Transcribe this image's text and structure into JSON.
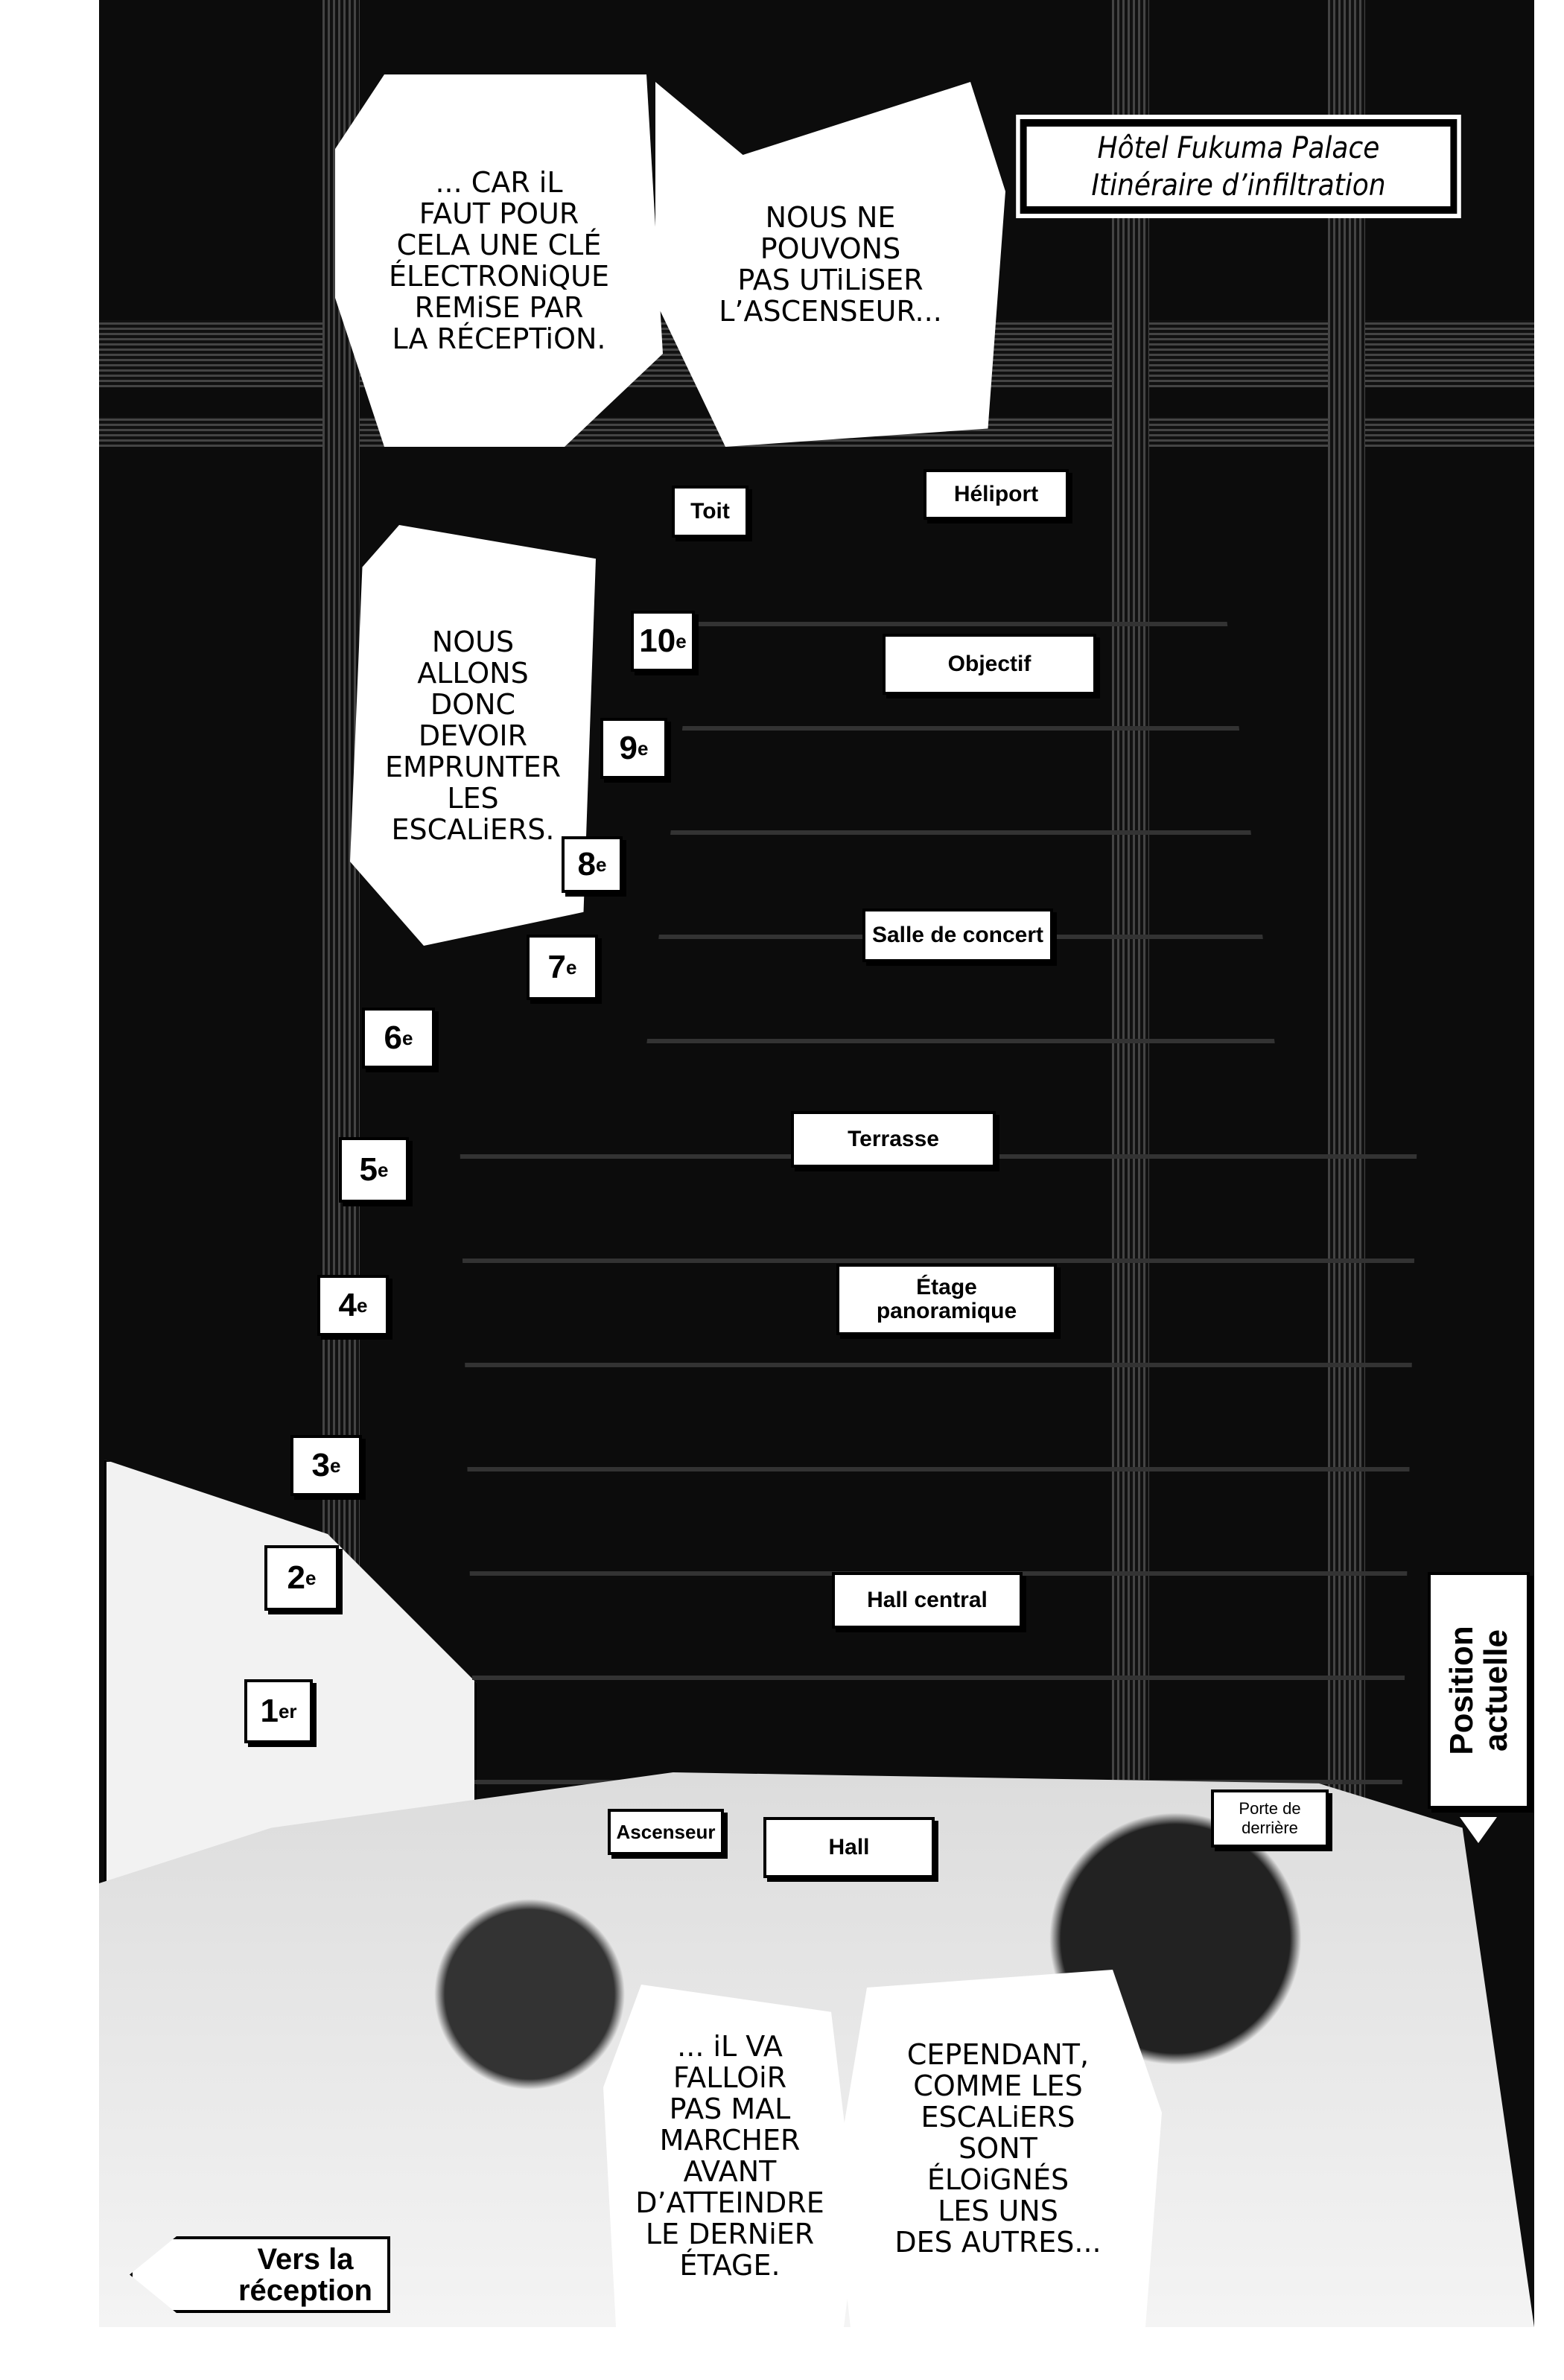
{
  "title": {
    "line1": "Hôtel Fukuma Palace",
    "line2": "Itinéraire d’infiltration"
  },
  "bubbles": [
    {
      "text": "... CAR iL\nFAUT POUR\nCELA UNE CLÉ\nÉLECTRONiQUE\nREMiSE PAR\nLA RÉCEPTiON."
    },
    {
      "text": "NOUS NE\nPOUVONS\nPAS UTiLiSER\nL’ASCENSEUR..."
    },
    {
      "text": "NOUS\nALLONS\nDONC\nDEVOIR\nEMPRUNTER\nLES\nESCALiERS."
    },
    {
      "text": "... iL VA\nFALLOiR\nPAS MAL\nMARCHER\nAVANT\nD’ATTEINDRE\nLE DERNiER\nÉTAGE."
    },
    {
      "text": "CEPENDANT,\nCOMME LES\nESCALiERS\nSONT\nÉLOiGNÉS\nLES UNS\nDES AUTRES..."
    }
  ],
  "floors": [
    {
      "num": "10",
      "sup": "e"
    },
    {
      "num": "9",
      "sup": "e"
    },
    {
      "num": "8",
      "sup": "e"
    },
    {
      "num": "7",
      "sup": "e"
    },
    {
      "num": "6",
      "sup": "e"
    },
    {
      "num": "5",
      "sup": "e"
    },
    {
      "num": "4",
      "sup": "e"
    },
    {
      "num": "3",
      "sup": "e"
    },
    {
      "num": "2",
      "sup": "e"
    },
    {
      "num": "1",
      "sup": "er"
    }
  ],
  "places": {
    "roof": "Toit",
    "heliport": "Héliport",
    "objective": "Objectif",
    "concert": "Salle de concert",
    "terrace": "Terrasse",
    "panoramic": "Étage\npanoramique",
    "central_hall": "Hall central",
    "elevator": "Ascenseur",
    "hall": "Hall",
    "back_door": "Porte de\nderrière"
  },
  "position": "Position\nactuelle",
  "reception": "Vers la\nréception"
}
